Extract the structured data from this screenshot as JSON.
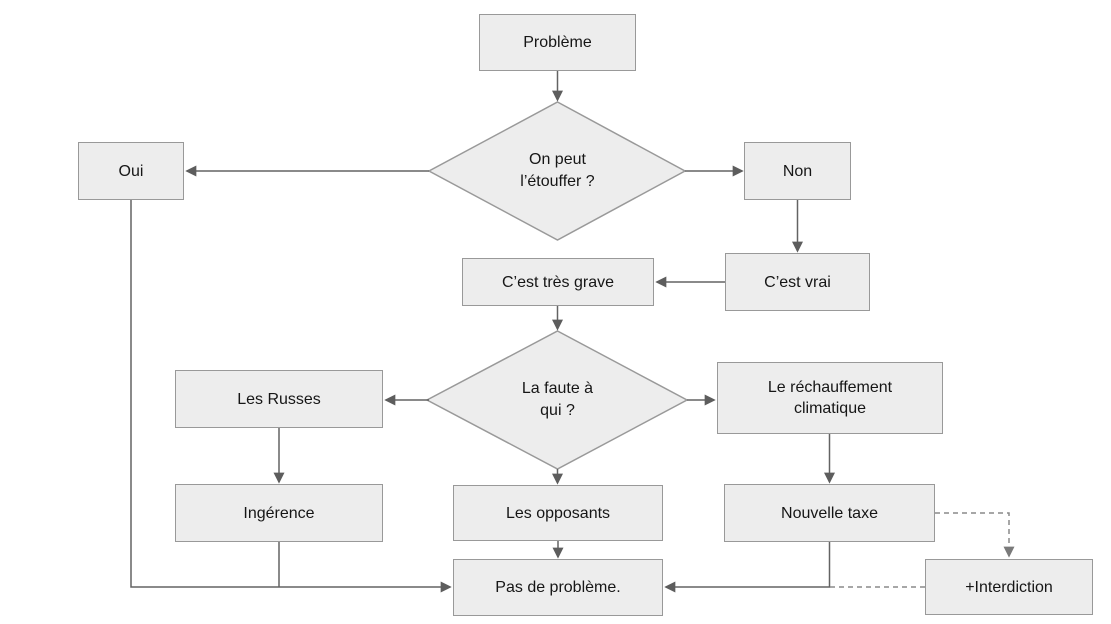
{
  "diagram_title": "Flowchart (French) — problem handling satire",
  "colors": {
    "background": "#ffffff",
    "node_fill": "#ededed",
    "node_border": "#999999",
    "connector": "#636363",
    "dashed_connector": "#8a8a8a",
    "text": "#161616"
  },
  "nodes": {
    "probleme": {
      "label": "Problème",
      "type": "process"
    },
    "etouffer": {
      "label": "On peut\nl’étouffer ?",
      "type": "decision"
    },
    "oui": {
      "label": "Oui",
      "type": "process"
    },
    "non": {
      "label": "Non",
      "type": "process"
    },
    "cest_vrai": {
      "label": "C’est vrai",
      "type": "process"
    },
    "tres_grave": {
      "label": "C’est très grave",
      "type": "process"
    },
    "faute": {
      "label": "La faute à\nqui ?",
      "type": "decision"
    },
    "russes": {
      "label": "Les Russes",
      "type": "process"
    },
    "rechauffement": {
      "label": "Le réchauffement\nclimatique",
      "type": "process"
    },
    "ingerence": {
      "label": "Ingérence",
      "type": "process"
    },
    "opposants": {
      "label": "Les opposants",
      "type": "process"
    },
    "taxe": {
      "label": "Nouvelle taxe",
      "type": "process"
    },
    "pas_probleme": {
      "label": "Pas de problème.",
      "type": "process"
    },
    "interdiction": {
      "label": "+Interdiction",
      "type": "process"
    }
  },
  "edges": [
    {
      "from": "probleme",
      "to": "etouffer",
      "style": "solid"
    },
    {
      "from": "etouffer",
      "to": "oui",
      "style": "solid"
    },
    {
      "from": "etouffer",
      "to": "non",
      "style": "solid"
    },
    {
      "from": "non",
      "to": "cest_vrai",
      "style": "solid"
    },
    {
      "from": "cest_vrai",
      "to": "tres_grave",
      "style": "solid"
    },
    {
      "from": "tres_grave",
      "to": "faute",
      "style": "solid"
    },
    {
      "from": "faute",
      "to": "russes",
      "style": "solid"
    },
    {
      "from": "faute",
      "to": "rechauffement",
      "style": "solid"
    },
    {
      "from": "faute",
      "to": "opposants",
      "style": "solid"
    },
    {
      "from": "russes",
      "to": "ingerence",
      "style": "solid"
    },
    {
      "from": "rechauffement",
      "to": "taxe",
      "style": "solid"
    },
    {
      "from": "opposants",
      "to": "pas_probleme",
      "style": "solid"
    },
    {
      "from": "oui",
      "to": "pas_probleme",
      "style": "solid"
    },
    {
      "from": "ingerence",
      "to": "pas_probleme",
      "style": "solid"
    },
    {
      "from": "taxe",
      "to": "pas_probleme",
      "style": "solid"
    },
    {
      "from": "taxe",
      "to": "interdiction",
      "style": "dashed"
    },
    {
      "from": "interdiction",
      "to": "pas_probleme",
      "style": "dashed"
    }
  ]
}
